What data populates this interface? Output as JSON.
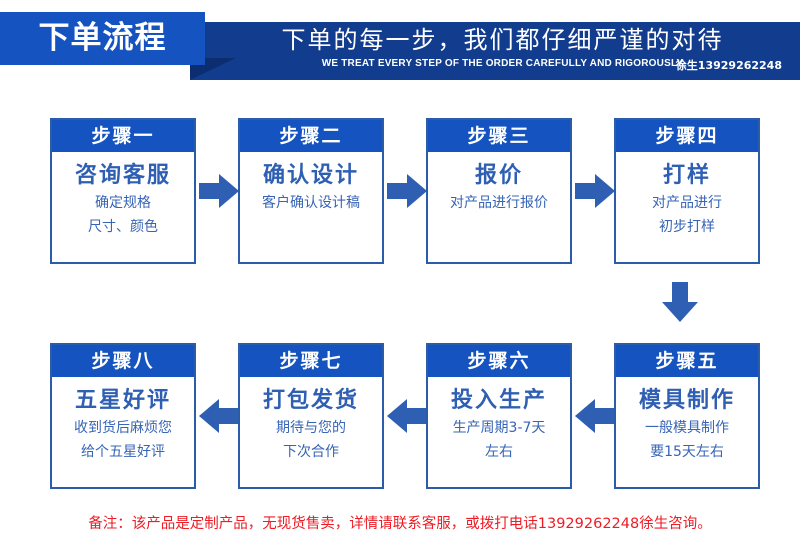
{
  "header": {
    "tag_label": "下单流程",
    "headline_cn": "下单的每一步，我们都仔细严谨的对待",
    "headline_en": "WE TREAT EVERY STEP OF THE ORDER CAREFULLY AND RIGOROUSLY",
    "contact": "徐生13929262248",
    "tag_bg": "#1554c0",
    "band_bg": "#123d8f",
    "fold_bg": "#0c2e70"
  },
  "steps": [
    {
      "badge": "步骤一",
      "title": "咨询客服",
      "desc": [
        "确定规格",
        "尺寸、颜色"
      ]
    },
    {
      "badge": "步骤二",
      "title": "确认设计",
      "desc": [
        "客户确认设计稿",
        ""
      ]
    },
    {
      "badge": "步骤三",
      "title": "报价",
      "desc": [
        "对产品进行报价",
        ""
      ]
    },
    {
      "badge": "步骤四",
      "title": "打样",
      "desc": [
        "对产品进行",
        "初步打样"
      ]
    },
    {
      "badge": "步骤五",
      "title": "模具制作",
      "desc": [
        "一般模具制作",
        "要15天左右"
      ]
    },
    {
      "badge": "步骤六",
      "title": "投入生产",
      "desc": [
        "生产周期3-7天",
        "左右"
      ]
    },
    {
      "badge": "步骤七",
      "title": "打包发货",
      "desc": [
        "期待与您的",
        "下次合作"
      ]
    },
    {
      "badge": "步骤八",
      "title": "五星好评",
      "desc": [
        "收到货后麻烦您",
        "给个五星好评"
      ]
    }
  ],
  "arrows": {
    "right_icon": "arrow-right-icon",
    "left_icon": "arrow-left-icon",
    "down_icon": "arrow-down-icon",
    "color": "#2f5fb3"
  },
  "footer": {
    "note": "备注：该产品是定制产品，无现货售卖，详情请联系客服，或拨打电话13929262248徐生咨询。",
    "color": "#ee1c25"
  },
  "theme": {
    "step_header_bg": "#1554c0",
    "step_border": "#2a5caa",
    "step_title_color": "#2f5fb3",
    "step_desc_color": "#3764b5"
  }
}
